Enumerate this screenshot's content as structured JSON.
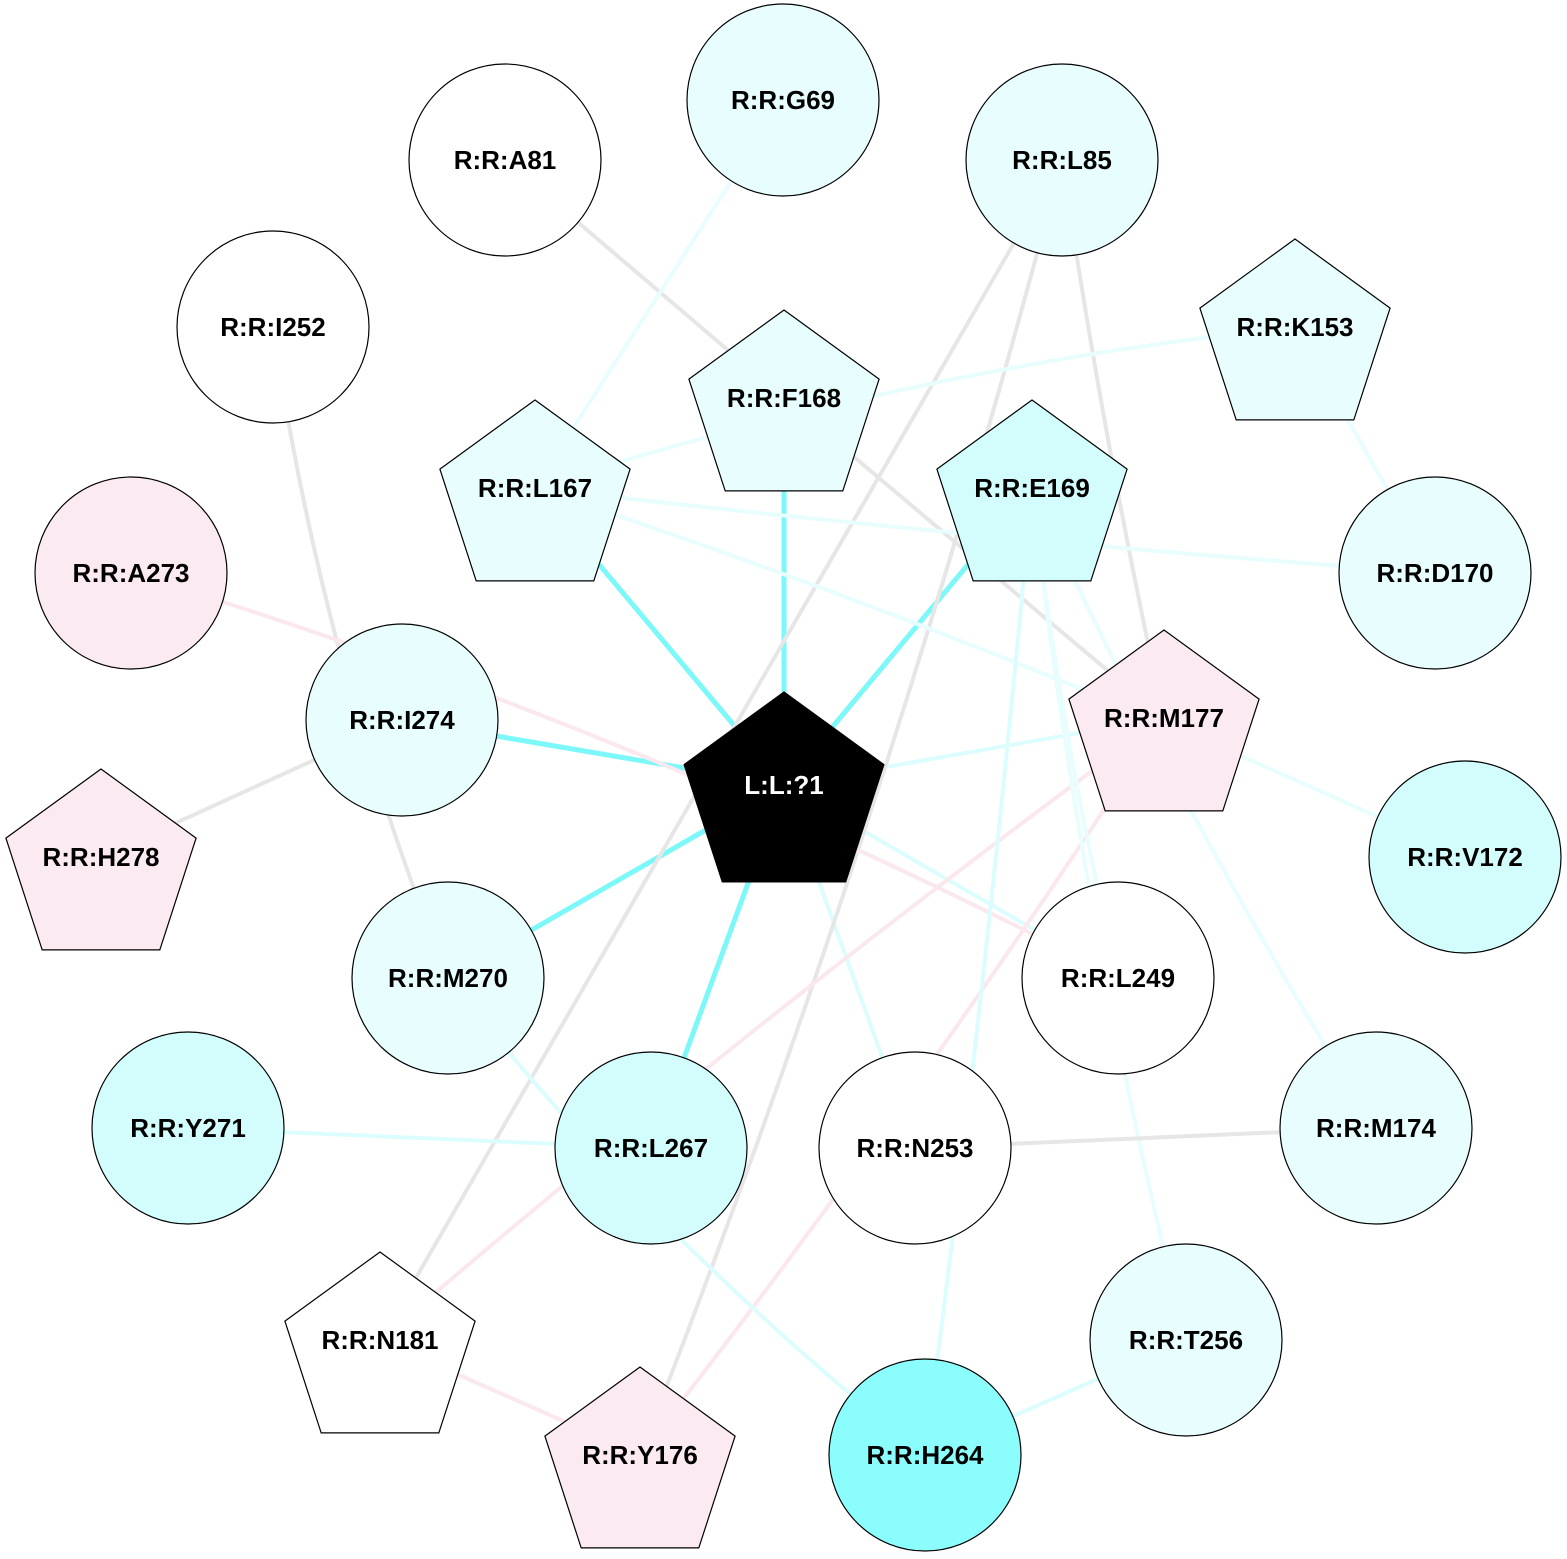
{
  "diagram": {
    "colors": {
      "stroke_hydrophobic": "#7cf8f8",
      "stroke_hydrophobic_light": "#dcfdfd",
      "stroke_gray": "#e6e6e6",
      "stroke_pink": "#fae8ee",
      "fill_white": "#ffffff",
      "fill_cyan_pale": "#e8fdfd",
      "fill_cyan_light": "#d3fdfd",
      "fill_cyan_mid": "#8cfdfd",
      "fill_pink": "#fbeaf1",
      "fill_ligand": "#000000"
    },
    "nodes": [
      {
        "id": "lig",
        "label": "L:L:?1",
        "shape": "pentagon",
        "fill": "#000000",
        "text_color": "#ffffff"
      },
      {
        "id": "G69",
        "label": "R:R:G69",
        "shape": "circle",
        "fill": "#e8fdfd"
      },
      {
        "id": "A81",
        "label": "R:R:A81",
        "shape": "circle",
        "fill": "#ffffff"
      },
      {
        "id": "L85",
        "label": "R:R:L85",
        "shape": "circle",
        "fill": "#e8fdfd"
      },
      {
        "id": "I252",
        "label": "R:R:I252",
        "shape": "circle",
        "fill": "#ffffff"
      },
      {
        "id": "K153",
        "label": "R:R:K153",
        "shape": "pentagon",
        "fill": "#e8fdfd"
      },
      {
        "id": "F168",
        "label": "R:R:F168",
        "shape": "pentagon",
        "fill": "#e8fdfd"
      },
      {
        "id": "L167",
        "label": "R:R:L167",
        "shape": "pentagon",
        "fill": "#e8fdfd"
      },
      {
        "id": "E169",
        "label": "R:R:E169",
        "shape": "pentagon",
        "fill": "#d3fdfd"
      },
      {
        "id": "A273",
        "label": "R:R:A273",
        "shape": "circle",
        "fill": "#fbeaf1"
      },
      {
        "id": "D170",
        "label": "R:R:D170",
        "shape": "circle",
        "fill": "#e8fdfd"
      },
      {
        "id": "I274",
        "label": "R:R:I274",
        "shape": "circle",
        "fill": "#e8fdfd"
      },
      {
        "id": "M177",
        "label": "R:R:M177",
        "shape": "pentagon",
        "fill": "#fbeaf1"
      },
      {
        "id": "H278",
        "label": "R:R:H278",
        "shape": "pentagon",
        "fill": "#fbeaf1"
      },
      {
        "id": "V172",
        "label": "R:R:V172",
        "shape": "circle",
        "fill": "#d3fdfd"
      },
      {
        "id": "M270",
        "label": "R:R:M270",
        "shape": "circle",
        "fill": "#e8fdfd"
      },
      {
        "id": "L249",
        "label": "R:R:L249",
        "shape": "circle",
        "fill": "#ffffff"
      },
      {
        "id": "Y271",
        "label": "R:R:Y271",
        "shape": "circle",
        "fill": "#d3fdfd"
      },
      {
        "id": "L267",
        "label": "R:R:L267",
        "shape": "circle",
        "fill": "#d3fdfd"
      },
      {
        "id": "N253",
        "label": "R:R:N253",
        "shape": "circle",
        "fill": "#ffffff"
      },
      {
        "id": "M174",
        "label": "R:R:M174",
        "shape": "circle",
        "fill": "#e8fdfd"
      },
      {
        "id": "N181",
        "label": "R:R:N181",
        "shape": "pentagon",
        "fill": "#ffffff"
      },
      {
        "id": "T256",
        "label": "R:R:T256",
        "shape": "circle",
        "fill": "#e8fdfd"
      },
      {
        "id": "Y176",
        "label": "R:R:Y176",
        "shape": "pentagon",
        "fill": "#fbeaf1"
      },
      {
        "id": "H264",
        "label": "R:R:H264",
        "shape": "circle",
        "fill": "#8cfdfd"
      }
    ],
    "edges": [
      {
        "from": "lig",
        "to": "L167",
        "color": "#7cf8f8",
        "weight": "strong"
      },
      {
        "from": "lig",
        "to": "F168",
        "color": "#7cf8f8",
        "weight": "strong"
      },
      {
        "from": "lig",
        "to": "E169",
        "color": "#7cf8f8",
        "weight": "strong"
      },
      {
        "from": "lig",
        "to": "I274",
        "color": "#7cf8f8",
        "weight": "strong"
      },
      {
        "from": "lig",
        "to": "M270",
        "color": "#7cf8f8",
        "weight": "strong"
      },
      {
        "from": "lig",
        "to": "L267",
        "color": "#7cf8f8",
        "weight": "strong"
      },
      {
        "from": "lig",
        "to": "M177",
        "color": "#dcfdfd",
        "weight": "light"
      },
      {
        "from": "lig",
        "to": "L249",
        "color": "#dcfdfd",
        "weight": "light"
      },
      {
        "from": "lig",
        "to": "N253",
        "color": "#dcfdfd",
        "weight": "light"
      },
      {
        "from": "A81",
        "to": "F168",
        "color": "#e6e6e6",
        "weight": "light"
      },
      {
        "from": "G69",
        "to": "L167",
        "color": "#e8fdfd",
        "weight": "light"
      },
      {
        "from": "F168",
        "to": "M177",
        "color": "#e6e6e6",
        "weight": "light"
      },
      {
        "from": "L85",
        "to": "M177",
        "color": "#e6e6e6",
        "weight": "light"
      },
      {
        "from": "L85",
        "to": "N181",
        "color": "#e6e6e6",
        "weight": "light"
      },
      {
        "from": "L85",
        "to": "Y176",
        "color": "#e6e6e6",
        "weight": "light"
      },
      {
        "from": "K153",
        "to": "L167",
        "color": "#e8fdfd",
        "weight": "light"
      },
      {
        "from": "K153",
        "to": "D170",
        "color": "#e8fdfd",
        "weight": "light"
      },
      {
        "from": "L167",
        "to": "D170",
        "color": "#e8fdfd",
        "weight": "light"
      },
      {
        "from": "L167",
        "to": "V172",
        "color": "#e8fdfd",
        "weight": "light"
      },
      {
        "from": "I252",
        "to": "M270",
        "color": "#e6e6e6",
        "weight": "light"
      },
      {
        "from": "A273",
        "to": "L249",
        "color": "#fae8ee",
        "weight": "light"
      },
      {
        "from": "I274",
        "to": "H278",
        "color": "#e6e6e6",
        "weight": "light"
      },
      {
        "from": "M177",
        "to": "N181",
        "color": "#fae8ee",
        "weight": "light"
      },
      {
        "from": "M177",
        "to": "Y176",
        "color": "#fae8ee",
        "weight": "light"
      },
      {
        "from": "N181",
        "to": "Y176",
        "color": "#fae8ee",
        "weight": "light"
      },
      {
        "from": "E169",
        "to": "H264",
        "color": "#dcfdfd",
        "weight": "light"
      },
      {
        "from": "E169",
        "to": "T256",
        "color": "#e8fdfd",
        "weight": "light"
      },
      {
        "from": "E169",
        "to": "M174",
        "color": "#e8fdfd",
        "weight": "light"
      },
      {
        "from": "E169",
        "to": "L249",
        "color": "#e8fdfd",
        "weight": "light"
      },
      {
        "from": "Y271",
        "to": "L267",
        "color": "#dcfdfd",
        "weight": "light"
      },
      {
        "from": "N253",
        "to": "M174",
        "color": "#e6e6e6",
        "weight": "light"
      },
      {
        "from": "M270",
        "to": "H264",
        "color": "#dcfdfd",
        "weight": "light"
      },
      {
        "from": "T256",
        "to": "H264",
        "color": "#dcfdfd",
        "weight": "light"
      }
    ]
  }
}
